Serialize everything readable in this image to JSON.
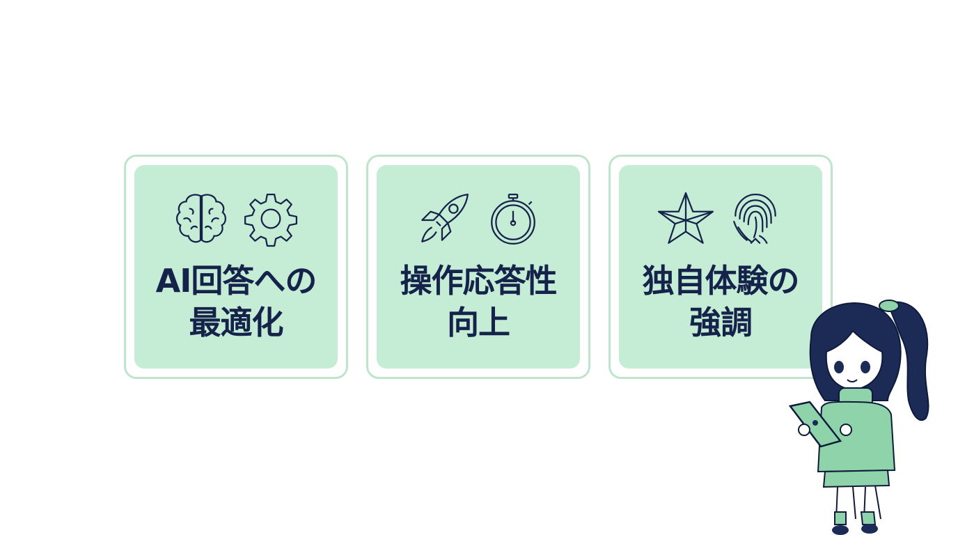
{
  "cards": [
    {
      "line1": "AI回答への",
      "line2": "最適化",
      "icons": [
        "brain-icon",
        "gear-icon"
      ]
    },
    {
      "line1": "操作応答性",
      "line2": "向上",
      "icons": [
        "rocket-icon",
        "stopwatch-icon"
      ]
    },
    {
      "line1": "独自体験の",
      "line2": "強調",
      "icons": [
        "star-icon",
        "fingerprint-icon"
      ]
    }
  ],
  "colors": {
    "card_fill": "#c5ecd4",
    "card_border": "#bfe4cc",
    "text": "#15224a",
    "accent": "#8fd3ab"
  }
}
